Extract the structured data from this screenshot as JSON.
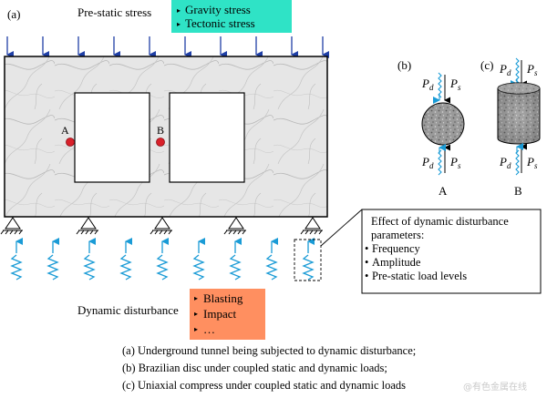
{
  "colors": {
    "accent_teal": "#2fe3c6",
    "accent_orange": "#ff8f60",
    "arrow_blue": "#1f3fa6",
    "wave_blue": "#1a9bd6",
    "point_red": "#d9202a",
    "rock_base": "#e8e8e8"
  },
  "panel_a": {
    "label": "(a)",
    "prestatic_title": "Pre-static stress",
    "prestatic_items": [
      "Gravity stress",
      "Tectonic stress"
    ],
    "point_a": "A",
    "point_b": "B",
    "dynamic_title": "Dynamic disturbance",
    "dynamic_items": [
      "Blasting",
      "Impact",
      "…"
    ],
    "effect_box": {
      "title_line1": "Effect of dynamic disturbance",
      "title_line2": "parameters:",
      "items": [
        "Frequency",
        "Amplitude",
        "Pre-static load levels"
      ]
    }
  },
  "panel_b": {
    "label": "(b)",
    "pd": "P",
    "pd_sub": "d",
    "ps": "P",
    "ps_sub": "s",
    "caption": "A"
  },
  "panel_c": {
    "label": "(c)",
    "pd": "P",
    "pd_sub": "d",
    "ps": "P",
    "ps_sub": "s",
    "caption": "B"
  },
  "captions": [
    "(a) Underground tunnel being subjected to dynamic disturbance;",
    "(b) Brazilian disc under coupled static and dynamic loads;",
    "(c) Uniaxial compress under coupled static and dynamic loads"
  ],
  "watermark": "@有色金属在线"
}
